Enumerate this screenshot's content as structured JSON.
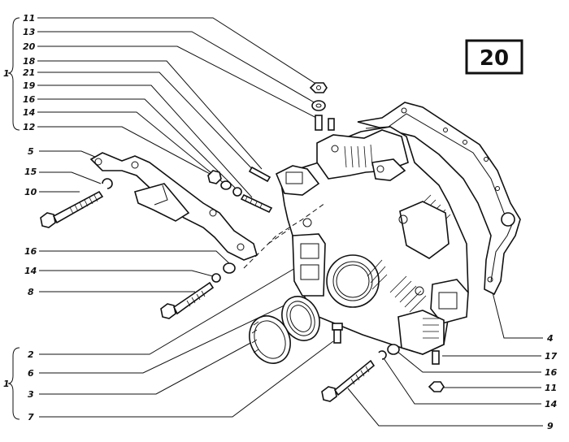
{
  "figure_number": "20",
  "labels": {
    "l11a": "11",
    "l13": "13",
    "l20": "20",
    "l18": "18",
    "l21": "21",
    "l19": "19",
    "l16a": "16",
    "l14a": "14",
    "l12": "12",
    "l5": "5",
    "l15": "15",
    "l10": "10",
    "l16b": "16",
    "l14b": "14",
    "l8": "8",
    "l2": "2",
    "l6": "6",
    "l3": "3",
    "l7": "7",
    "l4": "4",
    "l17": "17",
    "l16c": "16",
    "l11b": "11",
    "l14c": "14",
    "l9": "9"
  },
  "group_labels": {
    "top": "1",
    "bottom": "1"
  }
}
